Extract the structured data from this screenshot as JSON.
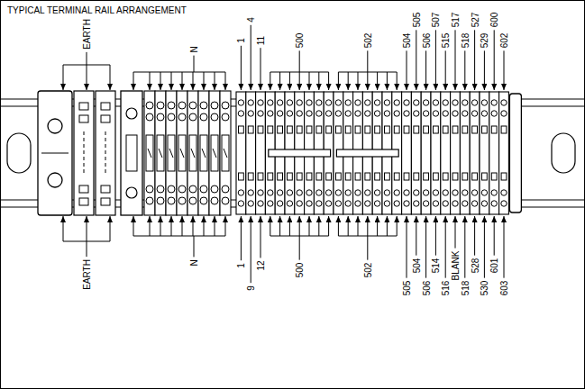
{
  "diagram": {
    "title": "TYPICAL TERMINAL RAIL ARRANGEMENT",
    "labels": [
      "EARTH",
      "N",
      "1",
      "4",
      "11",
      "500",
      "502",
      "504",
      "505",
      "506",
      "507",
      "515",
      "517",
      "518",
      "527",
      "529",
      "600",
      "602",
      "EARTH",
      "N",
      "1",
      "9",
      "12",
      "500",
      "502",
      "505",
      "504",
      "506",
      "514",
      "516",
      "BLANK",
      "518",
      "528",
      "530",
      "601",
      "603"
    ]
  }
}
